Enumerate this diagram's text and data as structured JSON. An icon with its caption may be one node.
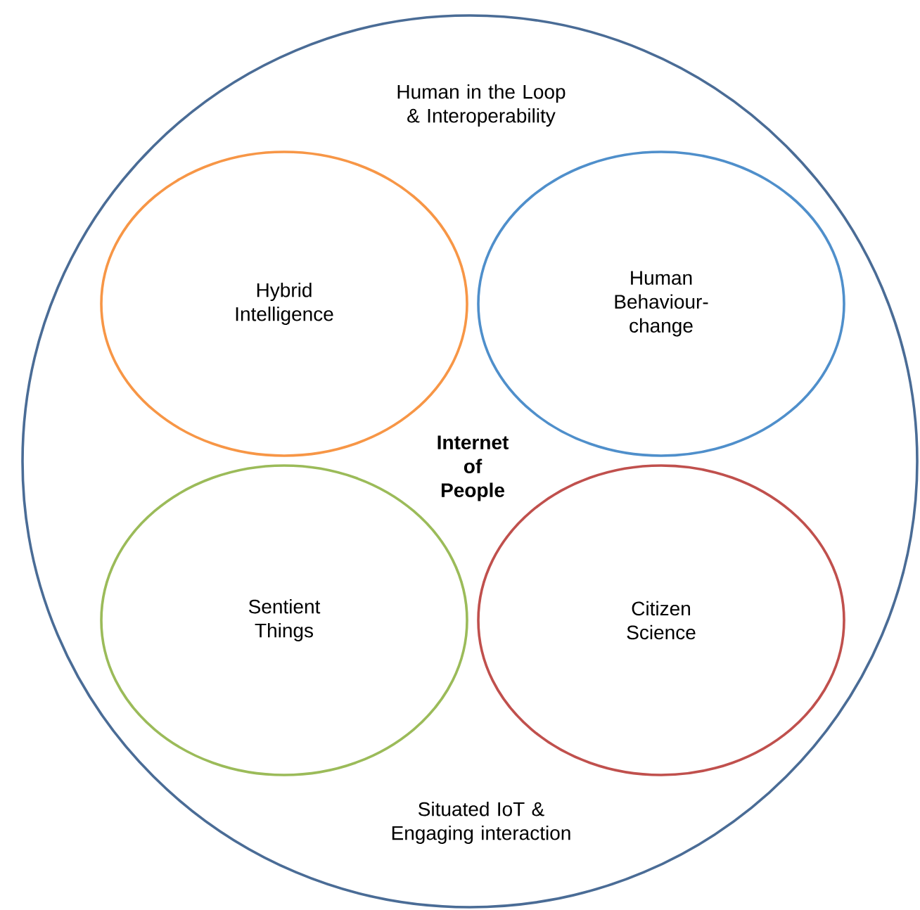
{
  "diagram": {
    "nodes": [
      {
        "text": [
          "Human in the Loop & Interoperability",
          "Internet of People",
          "Situated IoT & Engaging interaction"
        ]
      },
      {
        "text": [
          "Hybrid Intelligence"
        ],
        "in": 0
      },
      {
        "text": [
          "Human Behaviour-change"
        ],
        "in": 0
      },
      {
        "text": [
          "Sentient Things"
        ],
        "in": 0
      },
      {
        "text": [
          "Citizen Science"
        ],
        "in": 0
      }
    ]
  }
}
